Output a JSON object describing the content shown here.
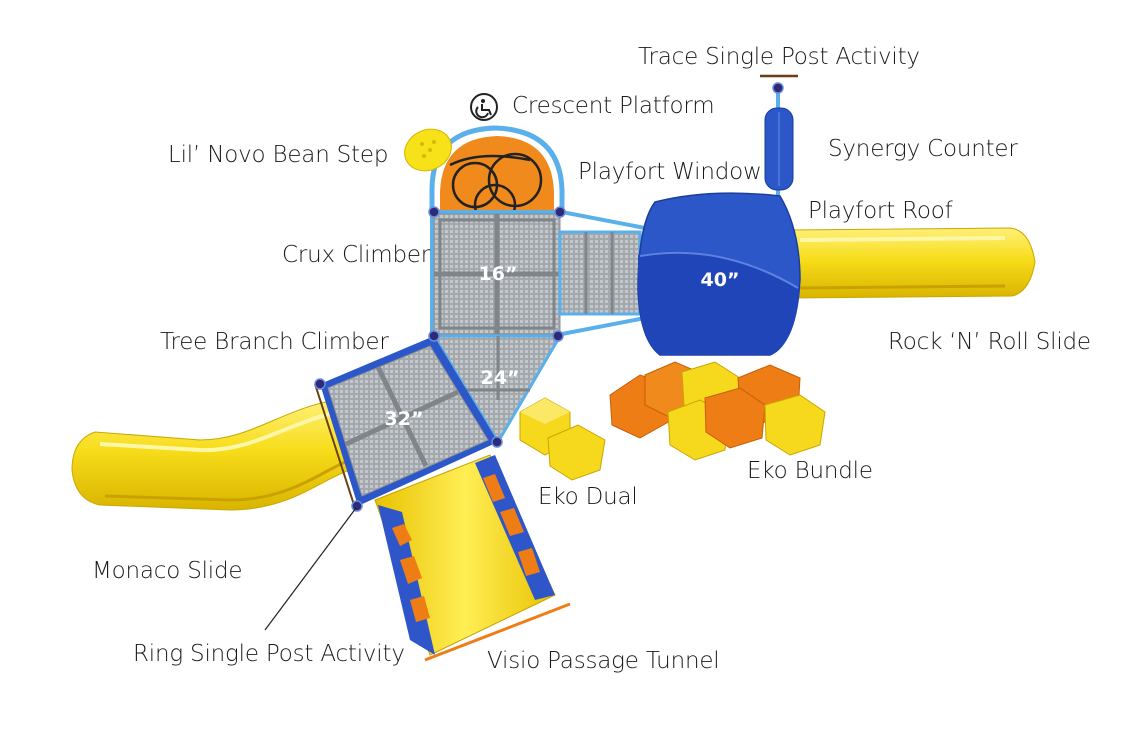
{
  "labels": {
    "trace_single_post_activity": "Trace Single Post Activity",
    "crescent_platform": "Crescent Platform",
    "lil_novo_bean_step": "Lil’ Novo Bean Step",
    "synergy_counter": "Synergy Counter",
    "playfort_window": "Playfort Window",
    "playfort_roof": "Playfort Roof",
    "crux_climber": "Crux Climber",
    "tree_branch_climber": "Tree Branch Climber",
    "rock_n_roll_slide": "Rock ‘N’ Roll Slide",
    "eko_bundle": "Eko Bundle",
    "eko_dual": "Eko Dual",
    "monaco_slide": "Monaco Slide",
    "ring_single_post_activity": "Ring Single Post Activity",
    "visio_passage_tunnel": "Visio Passage Tunnel"
  },
  "deck_heights": {
    "deck_16": "16”",
    "deck_24": "24”",
    "deck_32": "32”",
    "deck_40": "40”"
  },
  "icons": {
    "accessibility": "wheelchair-icon"
  },
  "colors": {
    "slide_yellow": "#f7dd1a",
    "deck_gray": "#9aa0a6",
    "frame_blue": "#2b57c9",
    "roof_blue": "#1f45b8",
    "platform_orange": "#f08a1c",
    "eko_orange": "#ef7d16",
    "eko_yellow": "#f6d91c",
    "trim_light_blue": "#5ab0ea"
  }
}
